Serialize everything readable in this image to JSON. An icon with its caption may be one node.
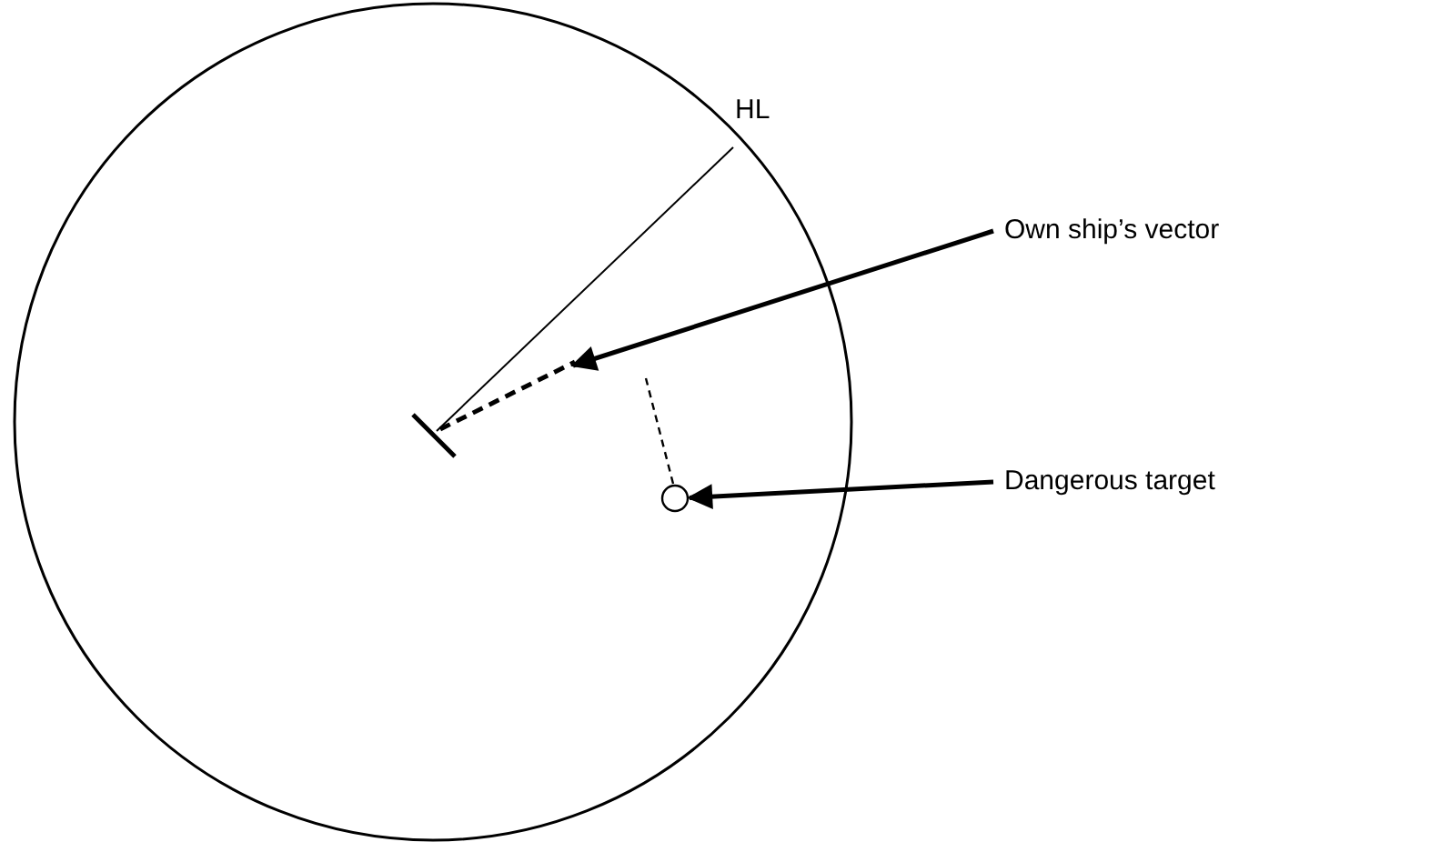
{
  "diagram": {
    "nodes": [
      {
        "text": [
          "Own ship’s vector"
        ]
      },
      {
        "text": [],
        "shape": "line"
      },
      {
        "text": [],
        "shape": "circle"
      },
      {
        "text": [
          "Dangerous target"
        ]
      }
    ],
    "edges": [
      {
        "from": 0,
        "to": 1,
        "arrow": "to"
      },
      {
        "from": 3,
        "to": 2,
        "arrow": "to"
      }
    ],
    "labels": [
      "HL"
    ]
  }
}
